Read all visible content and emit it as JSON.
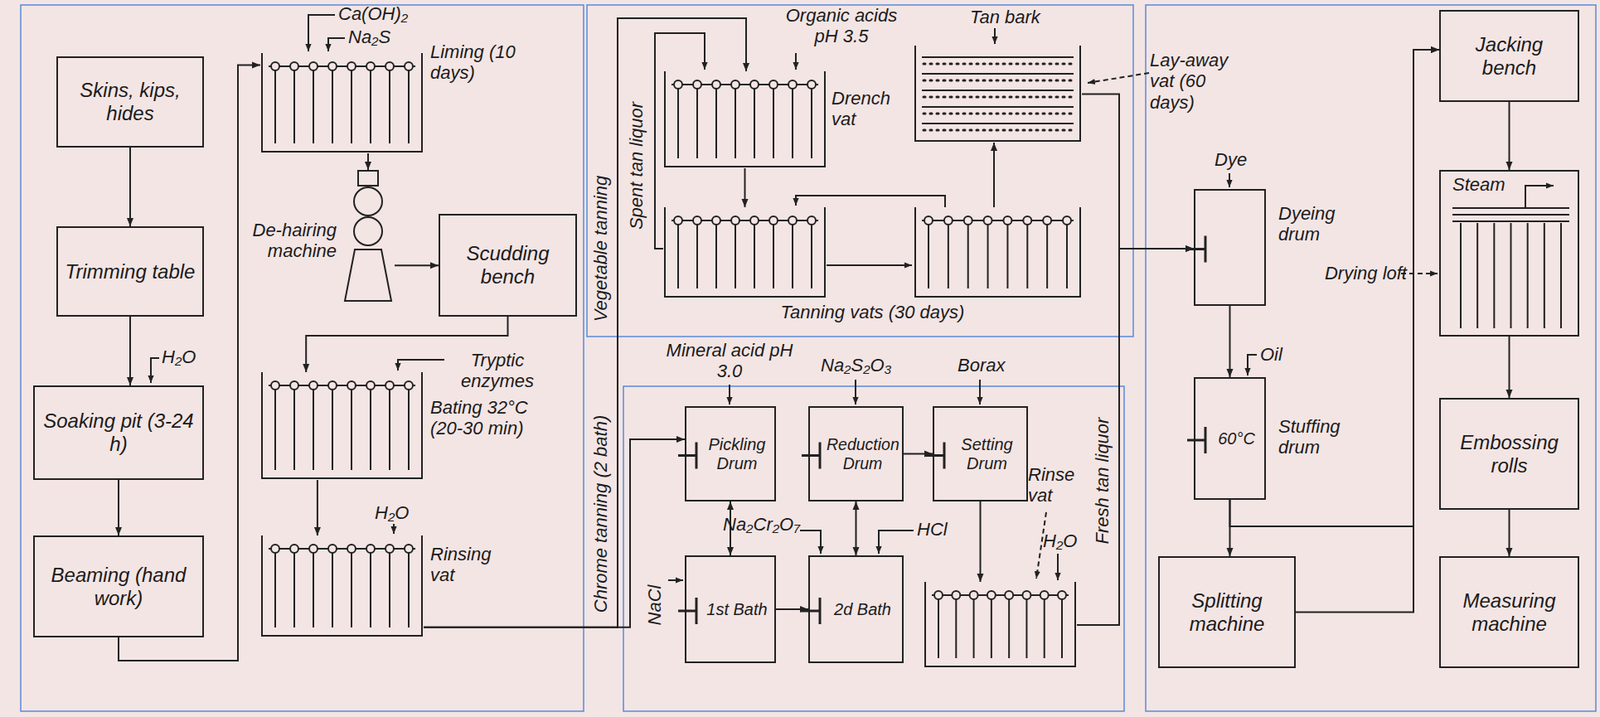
{
  "diagram": {
    "nodes": [
      {
        "text": [
          "Skins, kips, hides"
        ]
      },
      {
        "text": [
          "Trimming table"
        ]
      },
      {
        "text": [
          "Soaking pit (3-24 h)"
        ]
      },
      {
        "text": [
          "Beaming (hand work)"
        ]
      },
      {
        "text": [
          "Liming (10 days)"
        ]
      },
      {
        "text": [
          "De-hairing machine"
        ]
      },
      {
        "text": [
          "Scudding bench"
        ]
      },
      {
        "text": [
          "Bating 32°C (20-30 min)"
        ]
      },
      {
        "text": [
          "Rinsing vat"
        ]
      },
      {
        "text": [
          "Drench vat"
        ]
      },
      {
        "text": [
          "Tanning vats (30 days)"
        ]
      },
      {
        "text": [
          "Lay-away vat (60 days)"
        ]
      },
      {
        "text": [
          "Pickling Drum"
        ]
      },
      {
        "text": [
          "Reduction Drum"
        ]
      },
      {
        "text": [
          "Setting Drum"
        ]
      },
      {
        "text": [
          "1st Bath"
        ]
      },
      {
        "text": [
          "2d Bath"
        ]
      },
      {
        "text": [
          "Rinse vat"
        ]
      },
      {
        "text": [
          "Dyeing drum"
        ]
      },
      {
        "text": [
          "60°C",
          "Stuffing drum"
        ]
      },
      {
        "text": [
          "Splitting machine"
        ]
      },
      {
        "text": [
          "Jacking bench"
        ]
      },
      {
        "text": [
          "Drying loft"
        ]
      },
      {
        "text": [
          "Embossing rolls"
        ]
      },
      {
        "text": [
          "Measuring machine"
        ]
      }
    ],
    "edges": [
      {
        "from": 0,
        "to": 1,
        "arrow": "to"
      },
      {
        "from": 1,
        "to": 2,
        "arrow": "to"
      },
      {
        "from": 2,
        "to": 3,
        "arrow": "to"
      },
      {
        "from": 3,
        "to": 4,
        "arrow": "to"
      },
      {
        "from": 4,
        "to": 5,
        "arrow": "to"
      },
      {
        "from": 5,
        "to": 6,
        "arrow": "to"
      },
      {
        "from": 6,
        "to": 7,
        "arrow": "to"
      },
      {
        "from": 7,
        "to": 8,
        "arrow": "to"
      },
      {
        "from": 8,
        "to": 9,
        "arrow": "to"
      },
      {
        "from": 8,
        "to": 12,
        "arrow": "to"
      },
      {
        "from": 9,
        "to": 10,
        "arrow": "to"
      },
      {
        "from": 10,
        "to": 11,
        "arrow": "to"
      },
      {
        "from": 11,
        "to": 18,
        "arrow": "to"
      },
      {
        "from": 12,
        "to": 15,
        "arrow": "both"
      },
      {
        "from": 15,
        "to": 16,
        "arrow": "to"
      },
      {
        "from": 16,
        "to": 13,
        "arrow": "both"
      },
      {
        "from": 13,
        "to": 14,
        "arrow": "to"
      },
      {
        "from": 14,
        "to": 17,
        "arrow": "to"
      },
      {
        "from": 17,
        "to": 18,
        "arrow": "to"
      },
      {
        "from": 18,
        "to": 19,
        "arrow": "to"
      },
      {
        "from": 19,
        "to": 20,
        "arrow": "to"
      },
      {
        "from": 19,
        "to": 21,
        "arrow": "to"
      },
      {
        "from": 20,
        "to": 21,
        "arrow": "to"
      },
      {
        "from": 21,
        "to": 22,
        "arrow": "to"
      },
      {
        "from": 22,
        "to": 23,
        "arrow": "to"
      },
      {
        "from": 23,
        "to": 24,
        "arrow": "to"
      }
    ],
    "labels": [
      "Ca(OH)₂",
      "Na₂S",
      "H₂O",
      "Tryptic enzymes",
      "H₂O",
      "Vegetable tanning",
      "Spent tan liquor",
      "Organic acids pH 3.5",
      "Tan bark",
      "Chrome tanning (2 bath)",
      "Mineral acid pH 3.0",
      "Na₂S₂O₃",
      "Borax",
      "Na₂Cr₂O₇",
      "HCl",
      "NaCl",
      "H₂O",
      "Fresh tan liquor",
      "Dye",
      "Oil",
      "Steam"
    ]
  }
}
